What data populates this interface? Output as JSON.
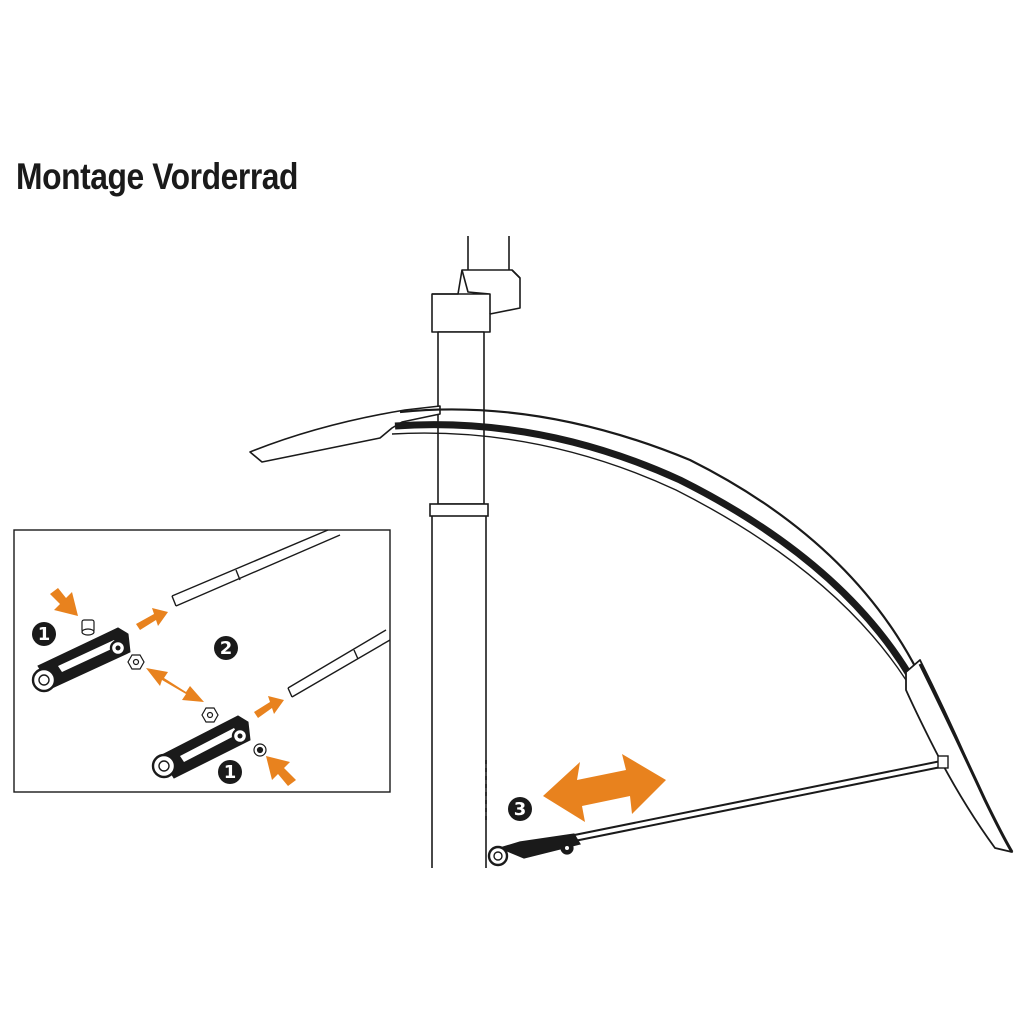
{
  "title": "Montage Vorderrad",
  "steps": {
    "one_a": "1",
    "two": "2",
    "one_b": "1",
    "three": "3"
  },
  "colors": {
    "accent": "#e8821e",
    "ink": "#1a1a1a",
    "background": "#ffffff"
  },
  "icons": [
    "arrow-icon",
    "double-arrow-icon",
    "step-badge-icon"
  ]
}
